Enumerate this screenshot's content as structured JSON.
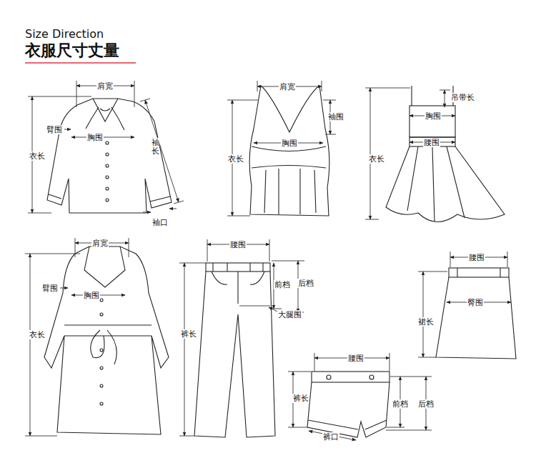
{
  "diagram": {
    "title": "衣服尺寸丈量",
    "labels": [
      "Size Direction",
      "肩宽",
      "臂围",
      "胸围",
      "衣长",
      "袖长",
      "袖口",
      "肩宽",
      "袖围",
      "衣长",
      "胸围",
      "吊带长",
      "胸围",
      "腰围",
      "衣长",
      "肩宽",
      "臂围",
      "胸围",
      "衣长",
      "腰围",
      "前档",
      "后档",
      "大腿围",
      "裤长",
      "腰围",
      "臀围",
      "裙长",
      "腰围",
      "裤长",
      "前档",
      "后档",
      "裤口"
    ]
  }
}
